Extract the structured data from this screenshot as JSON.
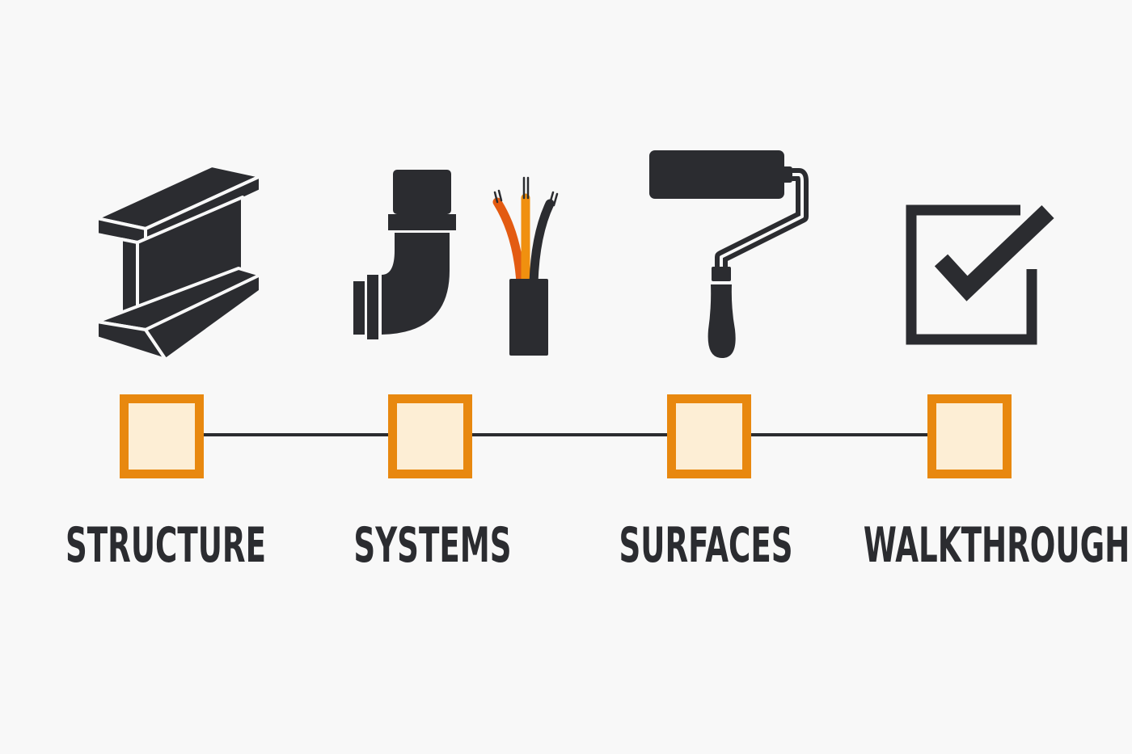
{
  "steps": [
    {
      "label": "STRUCTURE",
      "icon": "steel-i-beam-icon"
    },
    {
      "label": "SYSTEMS",
      "icon": "pipe-and-wires-icon"
    },
    {
      "label": "SURFACES",
      "icon": "paint-roller-icon"
    },
    {
      "label": "WALKTHROUGH",
      "icon": "checkbox-checked-icon"
    }
  ],
  "colors": {
    "ink": "#2b2c30",
    "accent": "#e8880f",
    "node_fill": "#fdeed5",
    "wire_orange": "#e35b12",
    "wire_amber": "#f0900f",
    "background": "#f8f8f8"
  }
}
